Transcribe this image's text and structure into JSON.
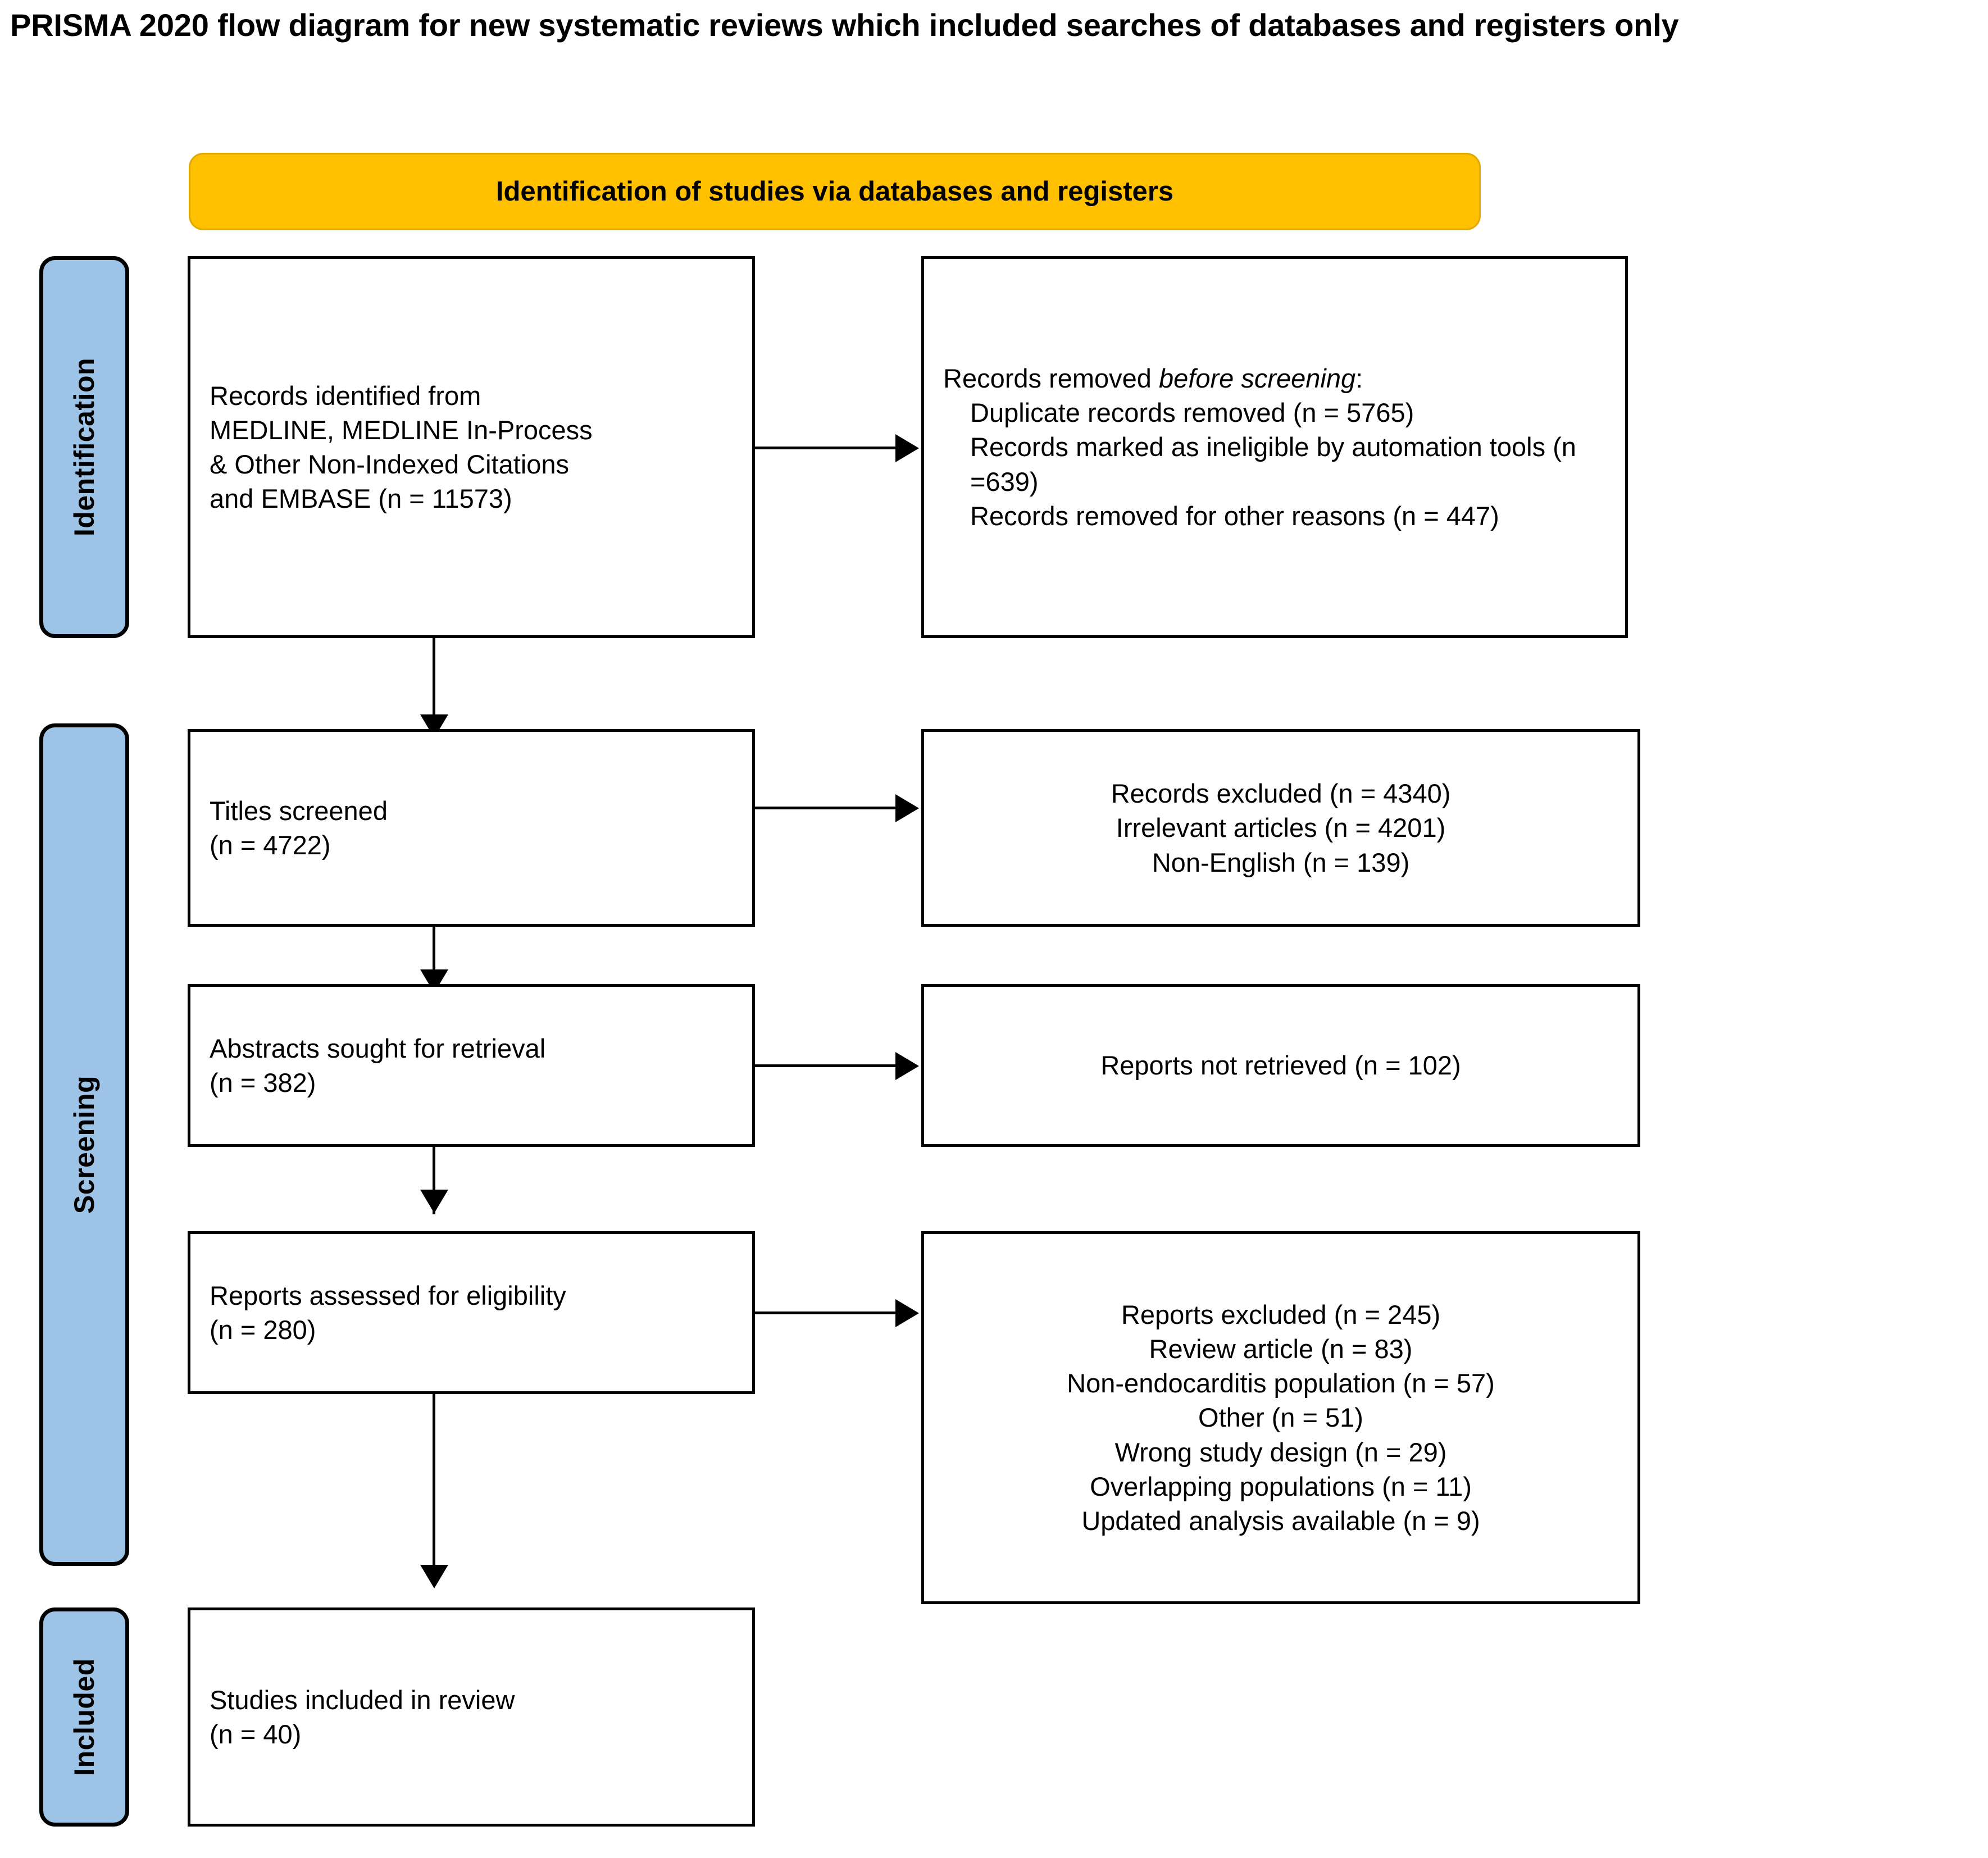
{
  "page": {
    "title": "PRISMA 2020 flow diagram for new systematic reviews which included searches of databases and registers only"
  },
  "colors": {
    "banner_fill": "#FFC000",
    "banner_border": "#E0A800",
    "side_tab_fill": "#9DC3E6",
    "box_border": "#000000",
    "background": "#FFFFFF"
  },
  "banner": {
    "label": "Identification of studies via databases and registers"
  },
  "side_tabs": [
    {
      "label": "Identification"
    },
    {
      "label": "Screening"
    },
    {
      "label": "Included"
    }
  ],
  "boxes": {
    "records_identified": {
      "lines": [
        "Records identified from",
        "MEDLINE, MEDLINE In-Process",
        "& Other Non-Indexed Citations",
        "and EMBASE (n = 11573)"
      ]
    },
    "records_removed": {
      "heading_prefix": "Records removed ",
      "heading_italic": "before screening",
      "heading_suffix": ":",
      "lines": [
        "Duplicate records removed (n = 5765)",
        "Records marked as ineligible by automation tools (n =639)",
        "Records removed for other reasons (n = 447)"
      ]
    },
    "titles_screened": {
      "lines": [
        "Titles screened",
        "(n = 4722)"
      ]
    },
    "records_excluded": {
      "lines": [
        "Records excluded (n = 4340)",
        "Irrelevant articles (n = 4201)",
        "Non-English (n = 139)"
      ]
    },
    "abstracts_sought": {
      "lines": [
        "Abstracts sought for retrieval",
        "(n = 382)"
      ]
    },
    "reports_not_retrieved": {
      "lines": [
        "Reports not retrieved (n = 102)"
      ]
    },
    "reports_assessed": {
      "lines": [
        "Reports assessed for eligibility",
        "(n = 280)"
      ]
    },
    "reports_excluded": {
      "lines": [
        "Reports excluded (n = 245)",
        "Review article (n = 83)",
        "Non-endocarditis population (n = 57)",
        "Other (n = 51)",
        "Wrong study design (n = 29)",
        "Overlapping populations (n = 11)",
        "Updated analysis available (n = 9)"
      ]
    },
    "studies_included": {
      "lines": [
        "Studies included in review",
        "(n = 40)"
      ]
    }
  },
  "chart_data": {
    "type": "diagram",
    "title": "PRISMA 2020 flow diagram for new systematic reviews which included searches of databases and registers only",
    "phase_header": "Identification of studies via databases and registers",
    "stages": [
      {
        "phase": "Identification",
        "label": "Records identified from MEDLINE, MEDLINE In-Process & Other Non-Indexed Citations and EMBASE",
        "n": 11573
      },
      {
        "phase": "Identification",
        "label": "Duplicate records removed",
        "n": 5765
      },
      {
        "phase": "Identification",
        "label": "Records marked as ineligible by automation tools",
        "n": 639
      },
      {
        "phase": "Identification",
        "label": "Records removed for other reasons",
        "n": 447
      },
      {
        "phase": "Screening",
        "label": "Titles screened",
        "n": 4722
      },
      {
        "phase": "Screening",
        "label": "Records excluded",
        "n": 4340
      },
      {
        "phase": "Screening",
        "label": "Irrelevant articles",
        "n": 4201
      },
      {
        "phase": "Screening",
        "label": "Non-English",
        "n": 139
      },
      {
        "phase": "Screening",
        "label": "Abstracts sought for retrieval",
        "n": 382
      },
      {
        "phase": "Screening",
        "label": "Reports not retrieved",
        "n": 102
      },
      {
        "phase": "Screening",
        "label": "Reports assessed for eligibility",
        "n": 280
      },
      {
        "phase": "Screening",
        "label": "Reports excluded",
        "n": 245
      },
      {
        "phase": "Screening",
        "label": "Review article",
        "n": 83
      },
      {
        "phase": "Screening",
        "label": "Non-endocarditis population",
        "n": 57
      },
      {
        "phase": "Screening",
        "label": "Other",
        "n": 51
      },
      {
        "phase": "Screening",
        "label": "Wrong study design",
        "n": 29
      },
      {
        "phase": "Screening",
        "label": "Overlapping populations",
        "n": 11
      },
      {
        "phase": "Screening",
        "label": "Updated analysis available",
        "n": 9
      },
      {
        "phase": "Included",
        "label": "Studies included in review",
        "n": 40
      }
    ]
  }
}
